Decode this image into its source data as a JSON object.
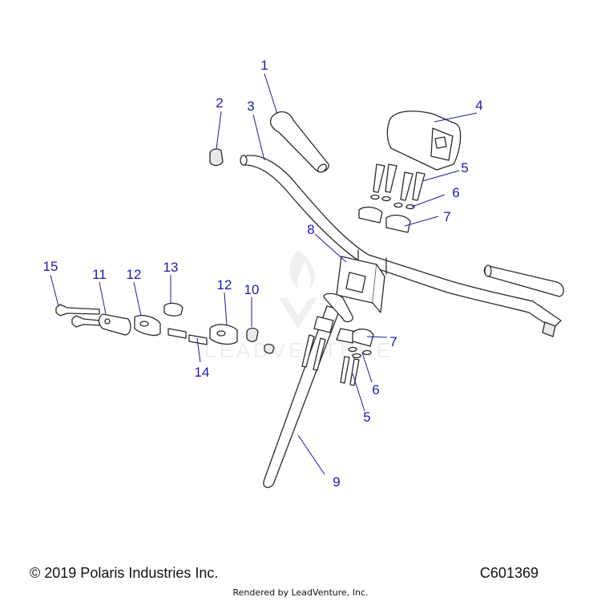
{
  "watermark": {
    "text": "LEADVENTURE"
  },
  "callouts": [
    {
      "label": "1"
    },
    {
      "label": "2"
    },
    {
      "label": "3"
    },
    {
      "label": "4"
    },
    {
      "label": "5"
    },
    {
      "label": "6"
    },
    {
      "label": "7"
    },
    {
      "label": "8"
    },
    {
      "label": "9"
    },
    {
      "label": "10"
    },
    {
      "label": "11"
    },
    {
      "label": "12"
    },
    {
      "label": "13"
    },
    {
      "label": "12"
    },
    {
      "label": "14"
    },
    {
      "label": "15"
    },
    {
      "label": "5"
    },
    {
      "label": "6"
    },
    {
      "label": "7"
    }
  ],
  "footer": {
    "copyright": "© 2019 Polaris Industries Inc.",
    "diagram_id": "C601369",
    "rendered_by": "Rendered by LeadVenture, Inc."
  },
  "colors": {
    "callout": "#1a1ab4",
    "line": "#2a2a2a"
  }
}
